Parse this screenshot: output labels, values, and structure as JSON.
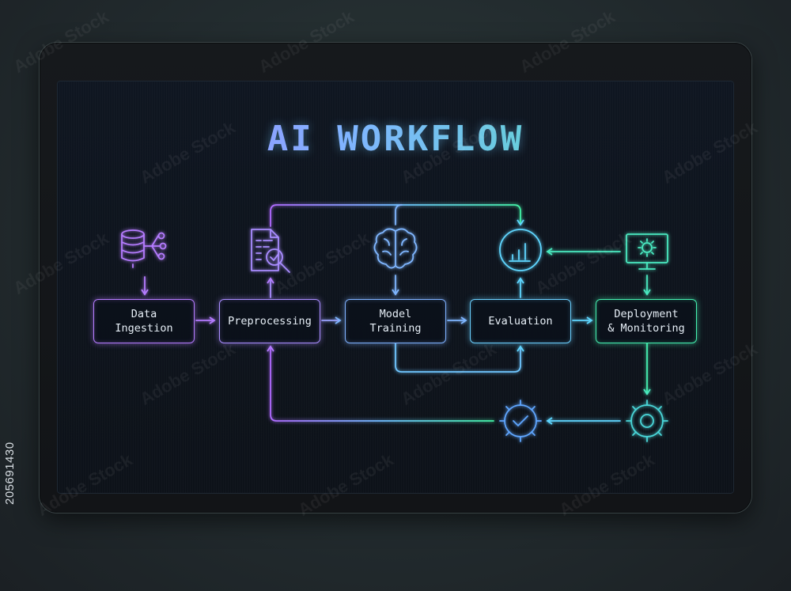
{
  "title": "AI WORKFLOW",
  "nodes": [
    {
      "label": "Data\nIngestion",
      "color": "#b57bff"
    },
    {
      "label": "Preprocessing",
      "color": "#a98cff"
    },
    {
      "label": "Model\nTraining",
      "color": "#7fb1ff"
    },
    {
      "label": "Evaluation",
      "color": "#6bd0ff"
    },
    {
      "label": "Deployment\n& Monitoring",
      "color": "#45f0b0"
    }
  ],
  "icons": [
    "database-share-icon",
    "document-search-icon",
    "brain-icon",
    "chart-circle-icon",
    "monitor-gear-icon",
    "gear-check-icon",
    "gear-icon"
  ],
  "stock_id": "205691430",
  "watermark_text": "Adobe Stock"
}
